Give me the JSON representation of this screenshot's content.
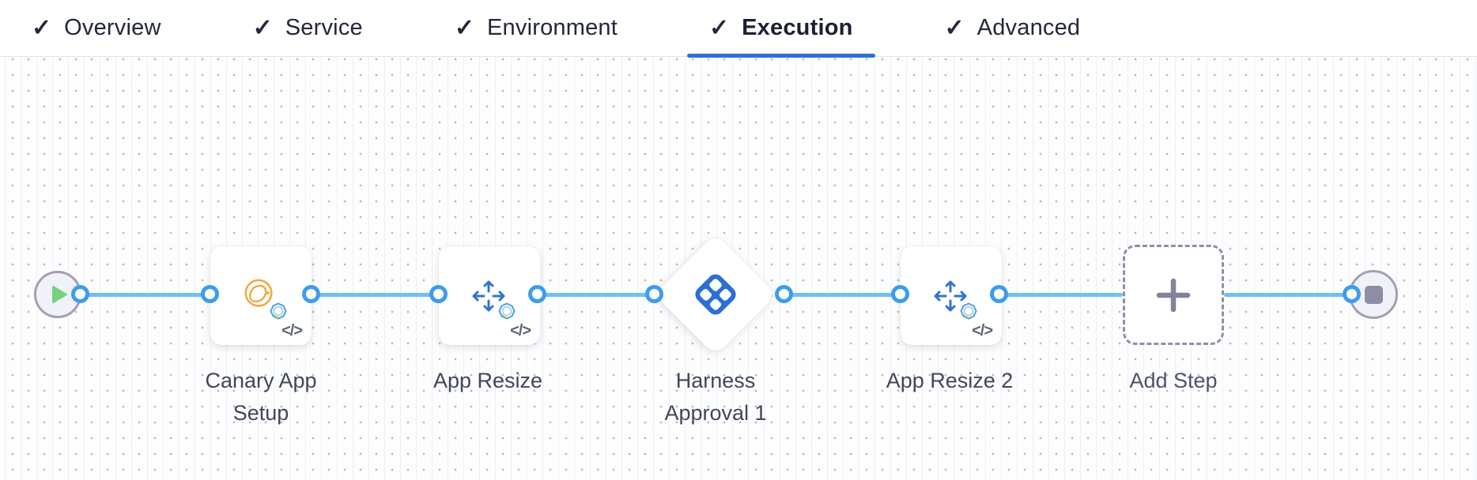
{
  "tab_bar": {
    "check_glyph": "✓",
    "tabs": [
      {
        "label": "Overview",
        "checked": true,
        "active": false
      },
      {
        "label": "Service",
        "checked": true,
        "active": false
      },
      {
        "label": "Environment",
        "checked": true,
        "active": false
      },
      {
        "label": "Execution",
        "checked": true,
        "active": true
      },
      {
        "label": "Advanced",
        "checked": true,
        "active": false
      }
    ]
  },
  "canvas": {
    "start_node": {
      "name": "pipeline start"
    },
    "end_node": {
      "name": "pipeline end"
    },
    "steps": [
      {
        "label": "Canary App Setup",
        "icon": "canary-bird",
        "code_glyph": "</>"
      },
      {
        "label": "App Resize",
        "icon": "move-arrows",
        "code_glyph": "</>"
      },
      {
        "label": "Harness Approval 1",
        "icon": "harness-approval",
        "shape": "diamond"
      },
      {
        "label": "App Resize 2",
        "icon": "move-arrows",
        "code_glyph": "</>"
      },
      {
        "label": "Add Step",
        "icon": "plus",
        "shape": "dashed"
      }
    ],
    "plus_glyph": "+"
  },
  "colors": {
    "accent_blue": "#2e6fd3",
    "edge_blue": "#6ec0f4",
    "port_blue": "#3d9ced",
    "harness_blue": "#2b6fd6",
    "canary_orange": "#efa73f",
    "arrow_blue": "#2e74cf",
    "play_green": "#7ad07e",
    "terminal_gray": "#8d8ea3"
  }
}
